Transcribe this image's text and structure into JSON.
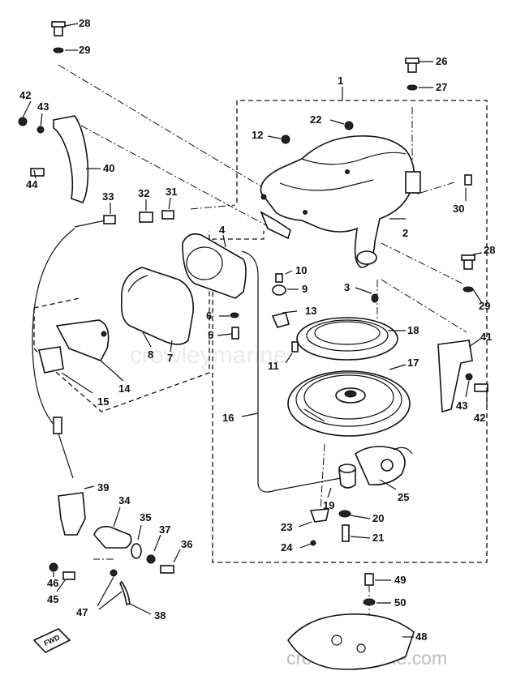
{
  "callouts": {
    "c1": "1",
    "c2": "2",
    "c3": "3",
    "c4": "4",
    "c5": "5",
    "c6": "6",
    "c7": "7",
    "c8": "8",
    "c9": "9",
    "c10": "10",
    "c11": "11",
    "c12": "12",
    "c13": "13",
    "c14": "14",
    "c15": "15",
    "c16": "16",
    "c17": "17",
    "c18": "18",
    "c19": "19",
    "c20": "20",
    "c21": "21",
    "c22": "22",
    "c23": "23",
    "c24": "24",
    "c25": "25",
    "c26": "26",
    "c27": "27",
    "c28a": "28",
    "c28b": "28",
    "c29a": "29",
    "c29b": "29",
    "c30": "30",
    "c31": "31",
    "c32": "32",
    "c33": "33",
    "c34": "34",
    "c35": "35",
    "c36": "36",
    "c37": "37",
    "c38": "38",
    "c39": "39",
    "c40": "40",
    "c41": "41",
    "c42a": "42",
    "c42b": "42",
    "c43a": "43",
    "c43b": "43",
    "c44": "44",
    "c45": "45",
    "c46": "46",
    "c47": "47",
    "c48": "48",
    "c49": "49",
    "c50": "50"
  },
  "fwd_label": "FWD",
  "watermark_center": "crowleymarine",
  "watermark_bottom": "crowleymarine.com"
}
